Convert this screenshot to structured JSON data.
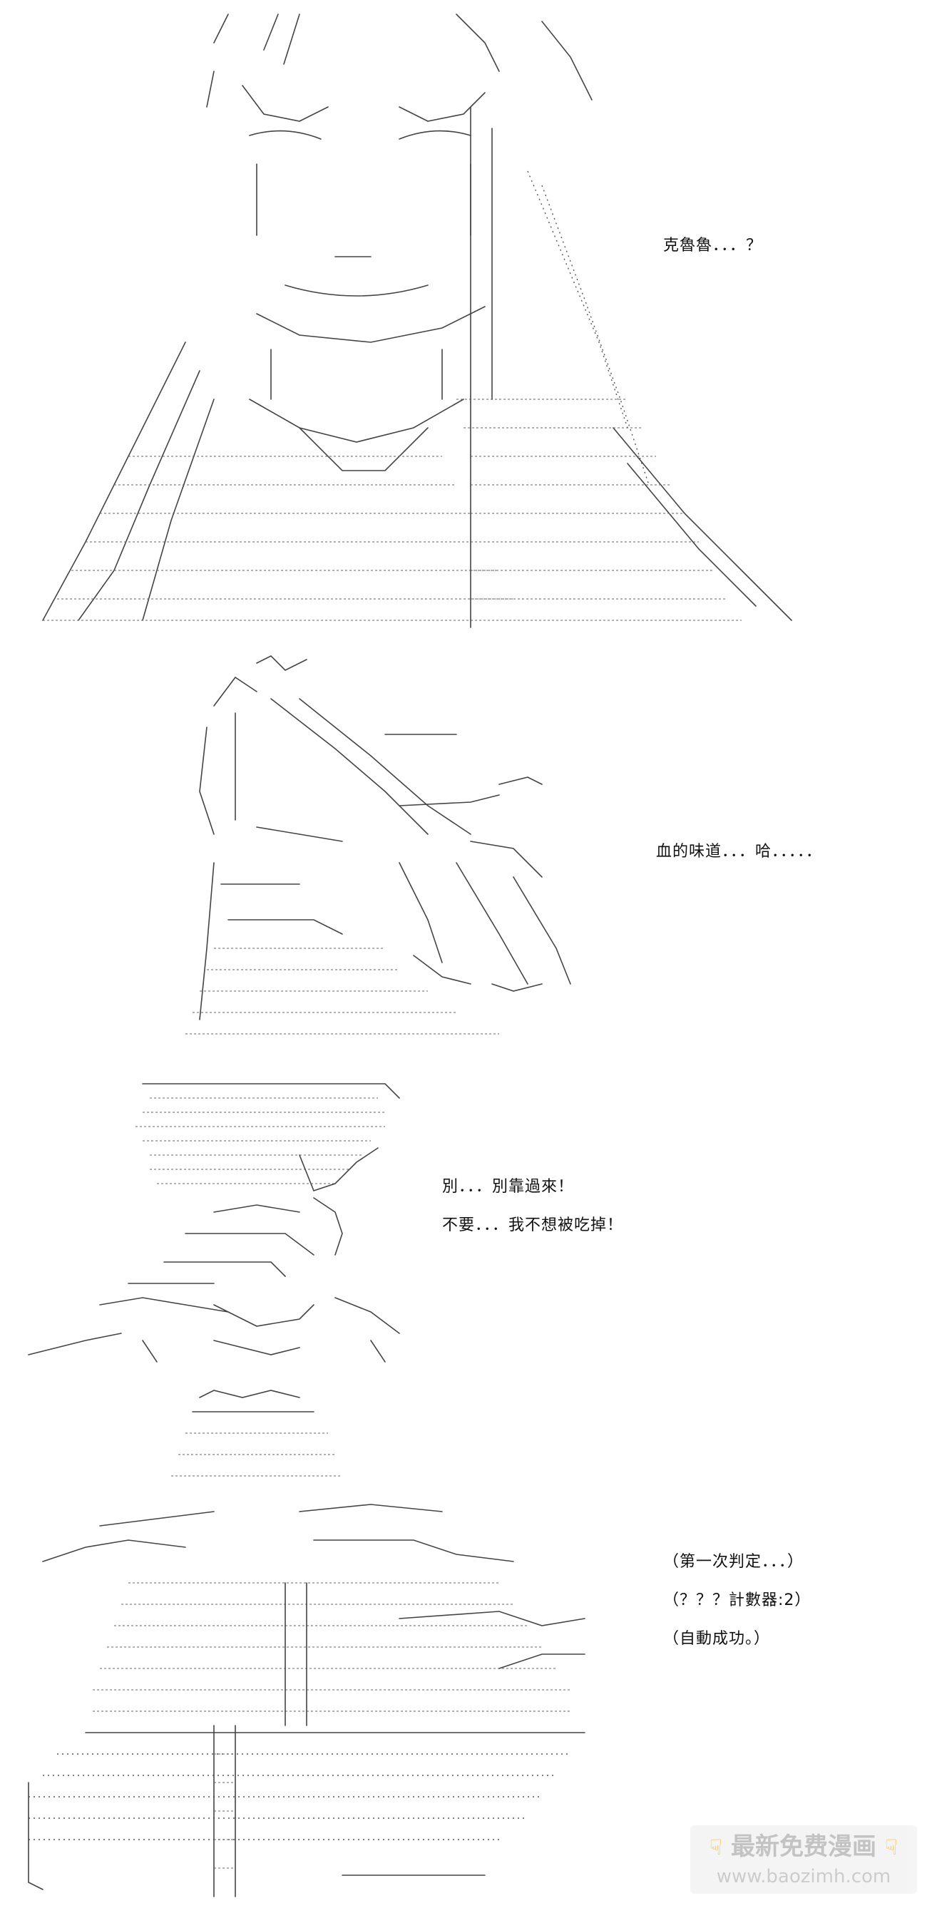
{
  "panels": [
    {
      "id": "panel-1",
      "dialogue": [
        "克魯魯．．．？"
      ]
    },
    {
      "id": "panel-2",
      "dialogue": [
        "血的味道．．．哈．．．．．"
      ]
    },
    {
      "id": "panel-3",
      "dialogue": [
        "別．．．別靠過來！",
        "不要．．．我不想被吃掉！"
      ]
    },
    {
      "id": "panel-4",
      "dialogue": [
        "（第一次判定．．．）",
        "（？？？計數器:2）",
        "（自動成功。）"
      ]
    }
  ],
  "watermark": {
    "line1": "最新免费漫画",
    "line2": "www.baozimh.com",
    "icon": "pointing-hand-icon",
    "icon_color": "#f1b93a"
  }
}
